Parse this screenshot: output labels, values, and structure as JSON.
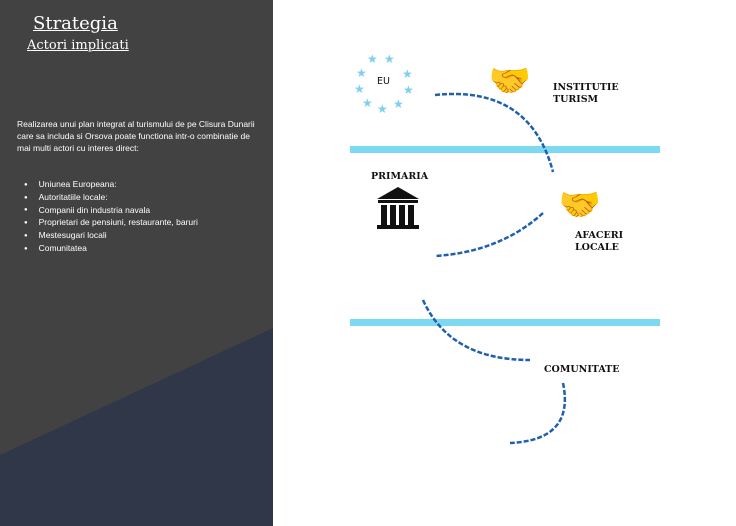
{
  "sidebar": {
    "title": "Strategia",
    "subtitle": "Actori implicati",
    "intro": "Realizarea unui plan integrat al turismului de pe Clisura Dunarii care sa includa si Orsova poate functiona intr-o combinatie de mai multi actori cu interes direct:",
    "items": [
      "Uniunea Europeana:",
      "Autoritatiile locale:",
      "Companii din industria navala",
      "Proprietari de pensiuni, restaurante, baruri",
      "Mestesugari locali",
      "Comunitatea"
    ]
  },
  "diagram": {
    "eu": "EU",
    "institutie": [
      "INSTITUTIE",
      "TURISM"
    ],
    "primaria": "PRIMARIA",
    "afaceri": [
      "AFACERI",
      "LOCALE"
    ],
    "comunitate": "COMUNITATE",
    "colors": {
      "band": "#7dd8f2",
      "arc": "#1f5fae",
      "star": "#7dd0ee",
      "panel": "#424242",
      "navy": "#2f3749"
    }
  }
}
